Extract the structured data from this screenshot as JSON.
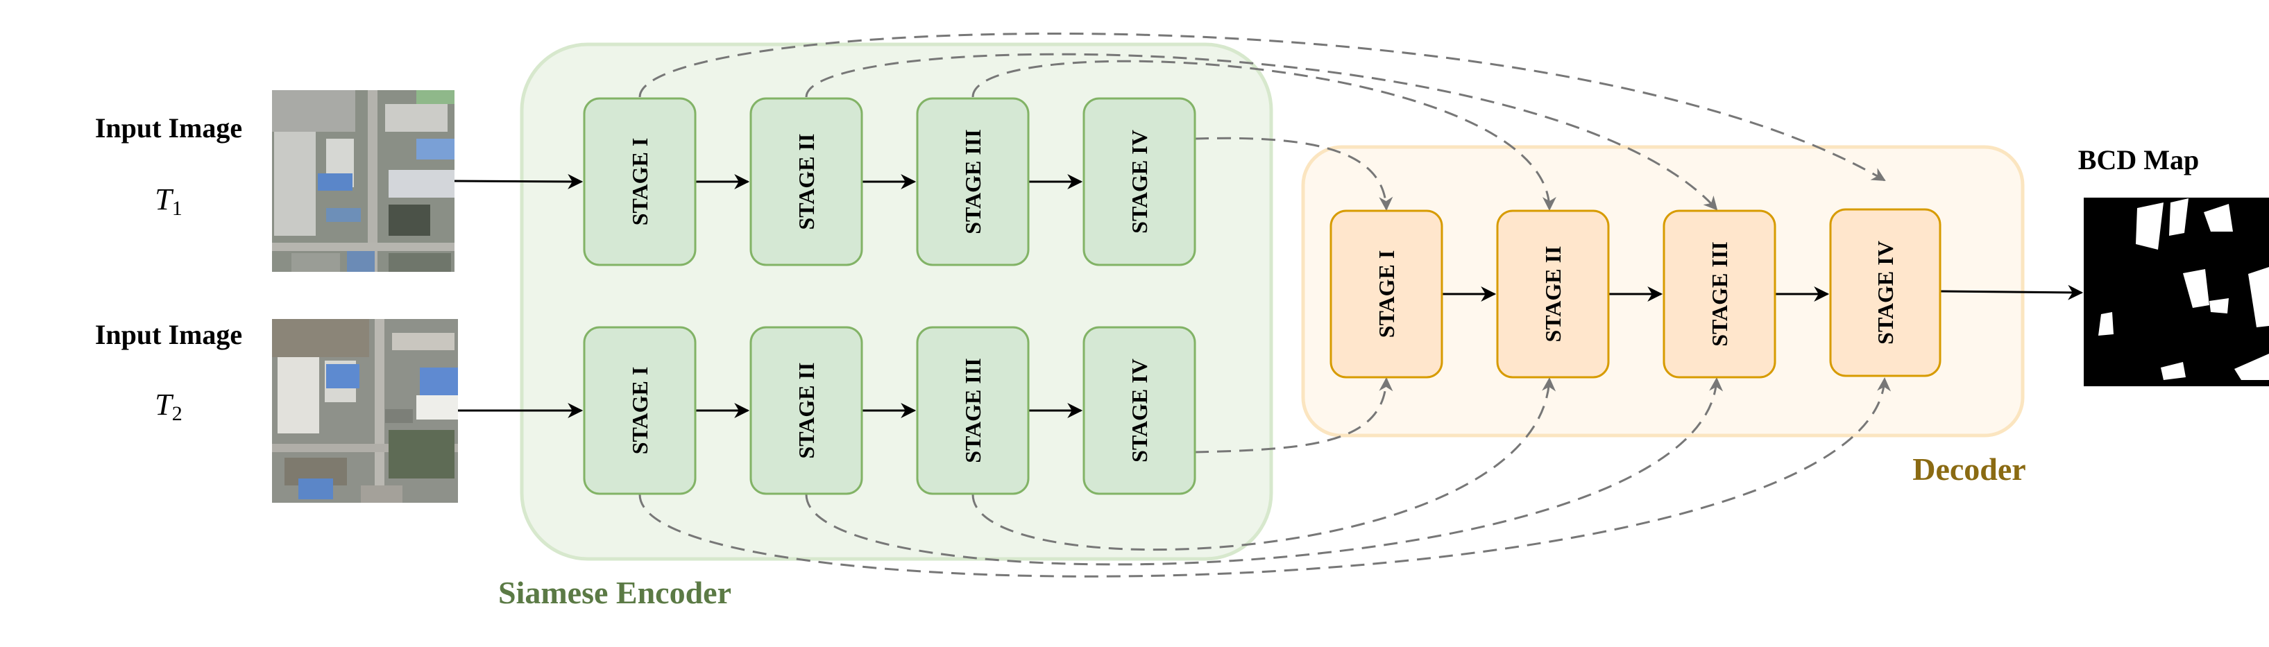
{
  "inputs": [
    {
      "label": "Input Image",
      "time_var": "T",
      "time_sub": "1"
    },
    {
      "label": "Input Image",
      "time_var": "T",
      "time_sub": "2"
    }
  ],
  "encoder": {
    "title": "Siamese Encoder",
    "stages": [
      "STAGE I",
      "STAGE II",
      "STAGE III",
      "STAGE IV"
    ]
  },
  "decoder": {
    "title": "Decoder",
    "stages": [
      "STAGE I",
      "STAGE II",
      "STAGE III",
      "STAGE IV"
    ]
  },
  "output": {
    "label": "BCD Map"
  },
  "colors": {
    "encoder_panel_fill": "#eef5ea",
    "encoder_panel_stroke": "#d7e8cd",
    "encoder_stage_fill": "#d5e8d4",
    "encoder_stage_stroke": "#82b366",
    "encoder_title": "#5b7a45",
    "decoder_panel_fill": "#fff8ee",
    "decoder_panel_stroke": "#fbe5c0",
    "decoder_stage_fill": "#ffe6cc",
    "decoder_stage_stroke": "#d79b00",
    "decoder_title": "#8a6a12",
    "dashed_connector": "#777777",
    "arrow": "#000000"
  }
}
